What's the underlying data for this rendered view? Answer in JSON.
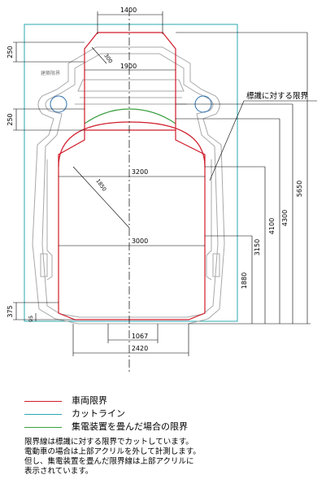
{
  "colors": {
    "vehicle_limit": "#d01c2a",
    "cut_line": "#2aa8b2",
    "folded_limit": "#3aa040",
    "outline": "#9b9b9b",
    "dim": "#000000"
  },
  "diagram": {
    "dims": {
      "top_width": "1400",
      "radius_top": "300",
      "upper_width": "1900",
      "body_width": "3200",
      "radius_body": "1850",
      "lower_width": "3000",
      "bottom_inner": "1067",
      "bottom_outer": "2420"
    },
    "left_dims": {
      "a": "250",
      "b": "250",
      "c": "375",
      "d": "95"
    },
    "right_dims": {
      "h1880": "1880",
      "h3150": "3150",
      "h4100": "4100",
      "h4300": "4300",
      "h5650": "5650"
    },
    "small_label": "建築限界",
    "callout": "標識に対する限界"
  },
  "legend": {
    "items": [
      {
        "label": "車両限界",
        "color": "#d01c2a"
      },
      {
        "label": "カットライン",
        "color": "#2aa8b2"
      },
      {
        "label": "集電装置を畳んだ場合の限界",
        "color": "#3aa040"
      }
    ],
    "notes": [
      "限界線は標識に対する限界でカットしています。",
      "電動車の場合は上部アクリルを外して計測します。",
      "但し、集電装置を畳んだ限界線は上部アクリルに",
      "表示されています。"
    ]
  }
}
